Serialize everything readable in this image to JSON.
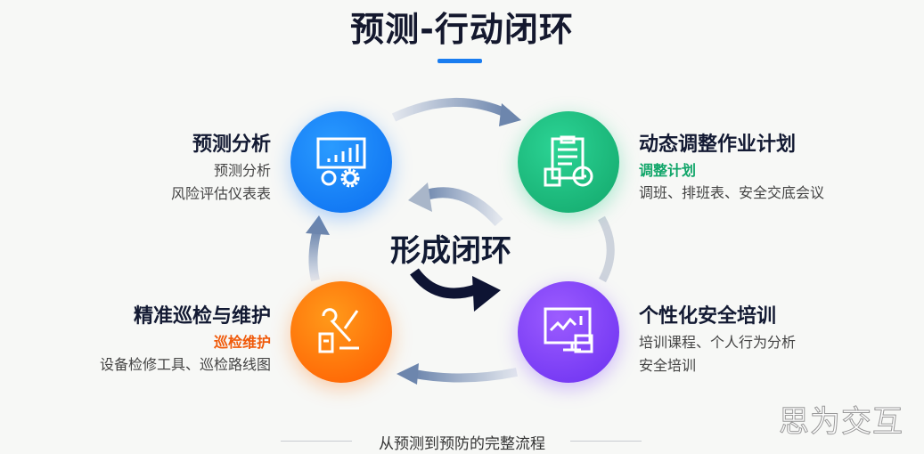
{
  "title": "预测-行动闭环",
  "center_label": "形成闭环",
  "footer": "从预测到预防的完整流程",
  "watermark": "思为交互",
  "colors": {
    "blue": "#1a7df0",
    "green": "#12a66a",
    "orange": "#ff6a00",
    "purple": "#7a3ff5"
  },
  "nodes": [
    {
      "title": "预测分析",
      "lines": [
        "预测分析",
        "风险评估仪表表"
      ],
      "icon": "dashboard-chart-icon"
    },
    {
      "title": "动态调整作业计划",
      "subtitle": "调整计划",
      "lines": [
        "调班、排班表、安全交底会议"
      ],
      "icon": "clipboard-clock-icon"
    },
    {
      "title": "精准巡检与维护",
      "subtitle": "巡检维护",
      "lines": [
        "设备检修工具、巡检路线图"
      ],
      "icon": "wrench-tools-icon"
    },
    {
      "title": "个性化安全培训",
      "lines": [
        "培训课程、个人行为分析",
        "安全培训"
      ],
      "icon": "monitor-analytics-icon"
    }
  ]
}
